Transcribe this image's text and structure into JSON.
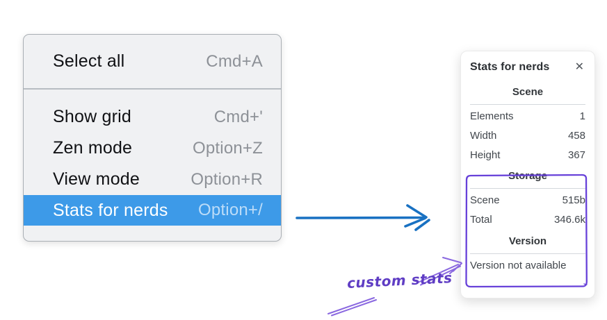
{
  "menu": {
    "items": [
      {
        "label": "Select all",
        "shortcut": "Cmd+A",
        "highlighted": false
      },
      {
        "label": "Show grid",
        "shortcut": "Cmd+'",
        "highlighted": false
      },
      {
        "label": "Zen mode",
        "shortcut": "Option+Z",
        "highlighted": false
      },
      {
        "label": "View mode",
        "shortcut": "Option+R",
        "highlighted": false
      },
      {
        "label": "Stats for nerds",
        "shortcut": "Option+/",
        "highlighted": true
      }
    ]
  },
  "stats_panel": {
    "title": "Stats for nerds",
    "close_glyph": "✕",
    "sections": [
      {
        "heading": "Scene",
        "rows": [
          {
            "label": "Elements",
            "value": "1"
          },
          {
            "label": "Width",
            "value": "458"
          },
          {
            "label": "Height",
            "value": "367"
          }
        ]
      },
      {
        "heading": "Storage",
        "rows": [
          {
            "label": "Scene",
            "value": "515b"
          },
          {
            "label": "Total",
            "value": "346.6k"
          }
        ]
      },
      {
        "heading": "Version",
        "note": "Version not available"
      }
    ]
  },
  "annotation": {
    "label": "custom stats"
  },
  "colors": {
    "menu_highlight": "#3d9ae8",
    "menu_background": "#f0f1f3",
    "flow_arrow_blue": "#1971c2",
    "annotation_rect_purple": "#6741d9",
    "annotation_arrow_purple": "#8a68e0",
    "annotation_text_purple": "#5f3dc4"
  }
}
